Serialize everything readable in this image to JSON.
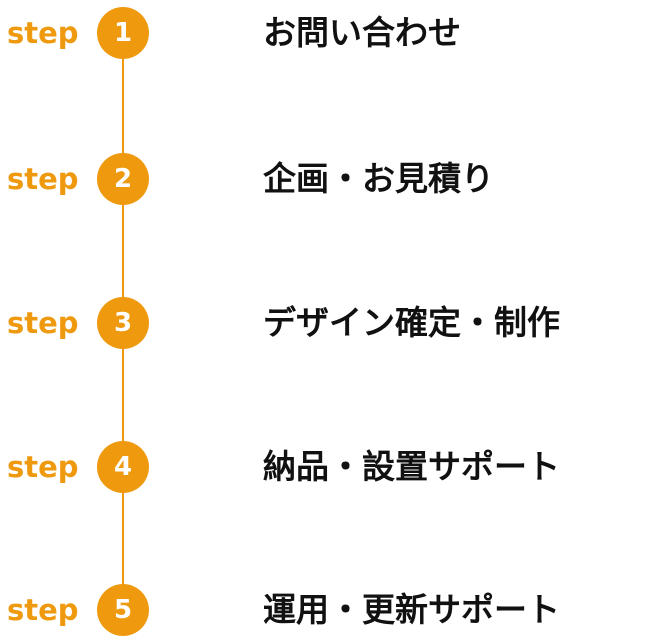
{
  "accent_color": "#ef9a0e",
  "steps": [
    {
      "label": "step",
      "number": "1",
      "title": "お問い合わせ"
    },
    {
      "label": "step",
      "number": "2",
      "title": "企画・お見積り"
    },
    {
      "label": "step",
      "number": "3",
      "title": "デザイン確定・制作"
    },
    {
      "label": "step",
      "number": "4",
      "title": "納品・設置サポート"
    },
    {
      "label": "step",
      "number": "5",
      "title": "運用・更新サポート"
    }
  ]
}
